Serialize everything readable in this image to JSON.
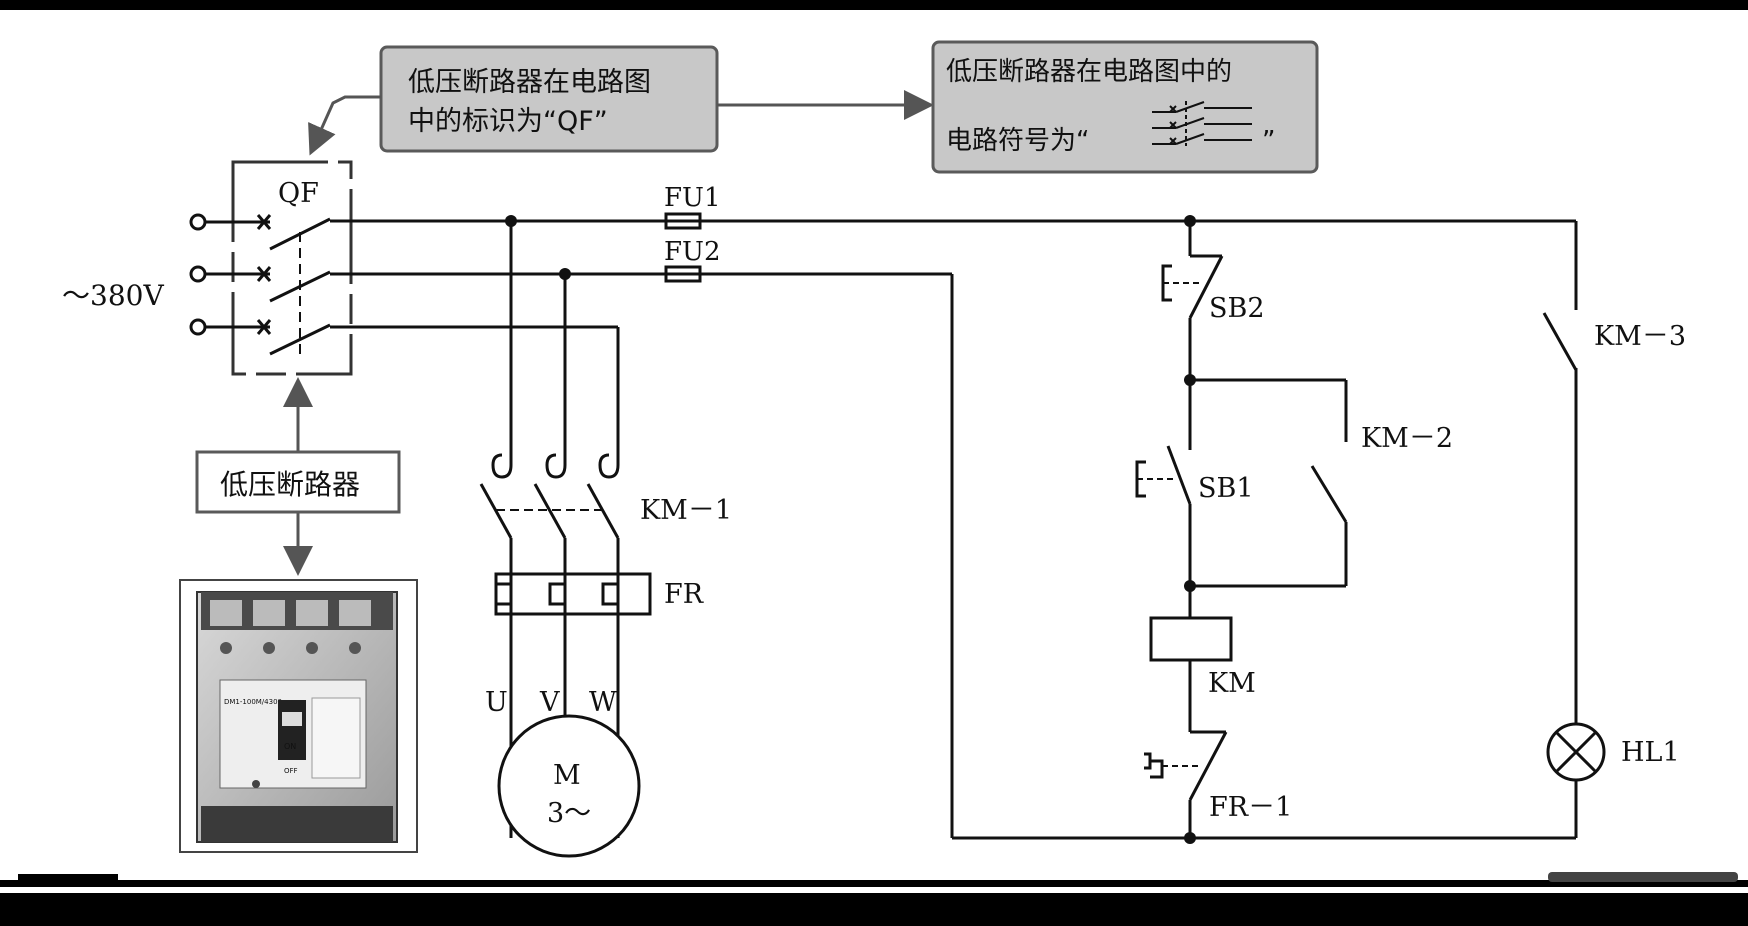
{
  "callouts": {
    "qf_marker": [
      "低压断路器在电路图",
      "中的标识为“QF”"
    ],
    "qf_symbol_prefix": "低压断路器在电路图中的",
    "qf_symbol_line2_before": "电路符号为“",
    "qf_symbol_line2_after": "”",
    "breaker_name": "低压断路器"
  },
  "labels": {
    "supply": "～380V",
    "qf": "QF",
    "fu1": "FU1",
    "fu2": "FU2",
    "km1": "KM－1",
    "fr": "FR",
    "u": "U",
    "v": "V",
    "w": "W",
    "motor_m": "M",
    "motor_3": "3～",
    "sb2": "SB2",
    "sb1": "SB1",
    "km2": "KM－2",
    "km": "KM",
    "fr1": "FR－1",
    "km3": "KM－3",
    "hl1": "HL1"
  },
  "photo": {
    "model_text": "DM1-100M/4300",
    "on_text": "ON",
    "off_text": "OFF"
  },
  "colors": {
    "callout_fill": "#c8c8c8",
    "callout_border": "#5a5a5a",
    "wire": "#111111",
    "arrow": "#555555"
  }
}
